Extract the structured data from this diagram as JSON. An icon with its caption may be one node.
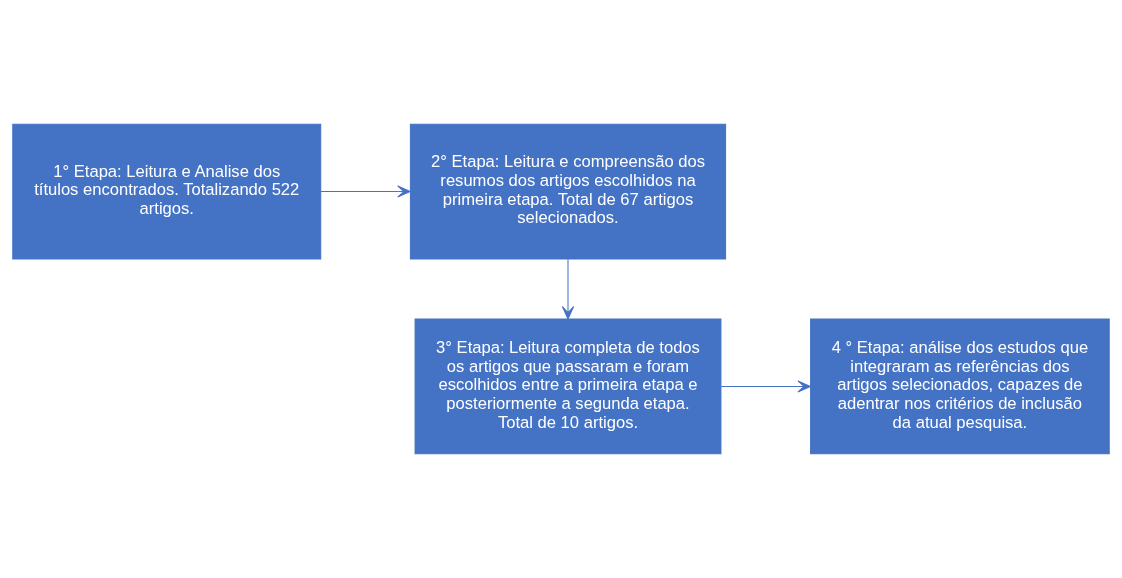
{
  "diagram": {
    "nodes": [
      {
        "text": [
          "1° Etapa: Leitura e Analise dos títulos encontrados. Totalizando 522 artigos."
        ]
      },
      {
        "text": [
          "2° Etapa: Leitura e compreensão dos resumos dos artigos escolhidos na primeira etapa. Total de 67 artigos selecionados."
        ]
      },
      {
        "text": [
          "3° Etapa: Leitura completa de todos os artigos que passaram e foram escolhidos entre a primeira etapa e posteriormente a segunda etapa. Total de 10 artigos."
        ]
      },
      {
        "text": [
          "4 ° Etapa: análise dos estudos que integraram as referências dos artigos selecionados, capazes de adentrar nos critérios de inclusão da atual pesquisa."
        ]
      }
    ],
    "edges": [
      {
        "from": 0,
        "to": 1,
        "arrow": "to"
      },
      {
        "from": 1,
        "to": 2,
        "arrow": "to"
      },
      {
        "from": 2,
        "to": 3,
        "arrow": "to"
      }
    ]
  }
}
